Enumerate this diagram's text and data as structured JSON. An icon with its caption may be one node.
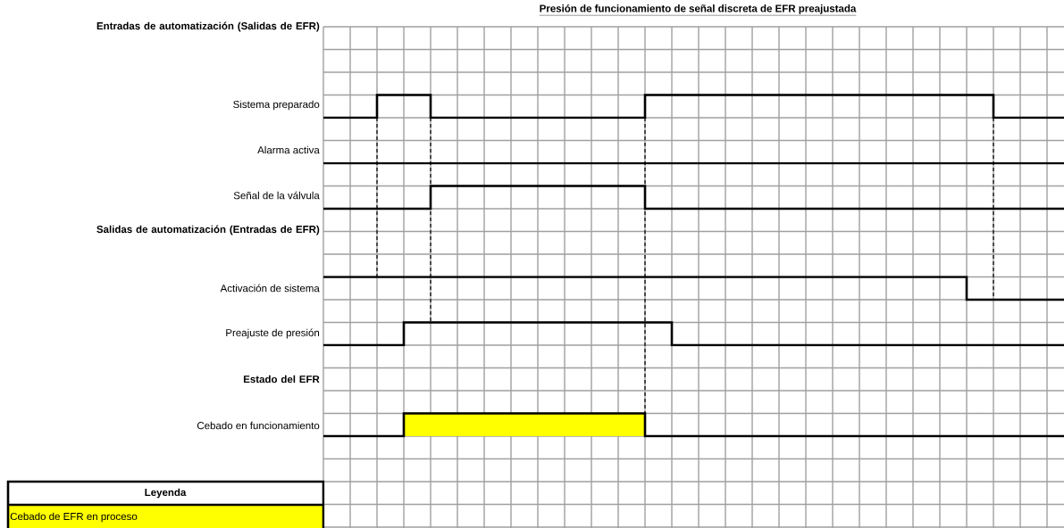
{
  "diagram": {
    "title": "Presión de funcionamiento de señal discreta de EFR preajustada",
    "labels": [
      "Entradas de automatización (Salidas de EFR)",
      "Sistema preparado",
      "Alarma activa",
      "Señal de la válvula",
      "Salidas de automatización (Entradas de EFR)",
      "Activación de sistema",
      "Preajuste de presión",
      "Estado del EFR",
      "Cebado en funcionamiento",
      "Leyenda"
    ],
    "legend": [
      {
        "text": "Cebado de EFR en proceso",
        "color": "#ffff00"
      }
    ]
  }
}
